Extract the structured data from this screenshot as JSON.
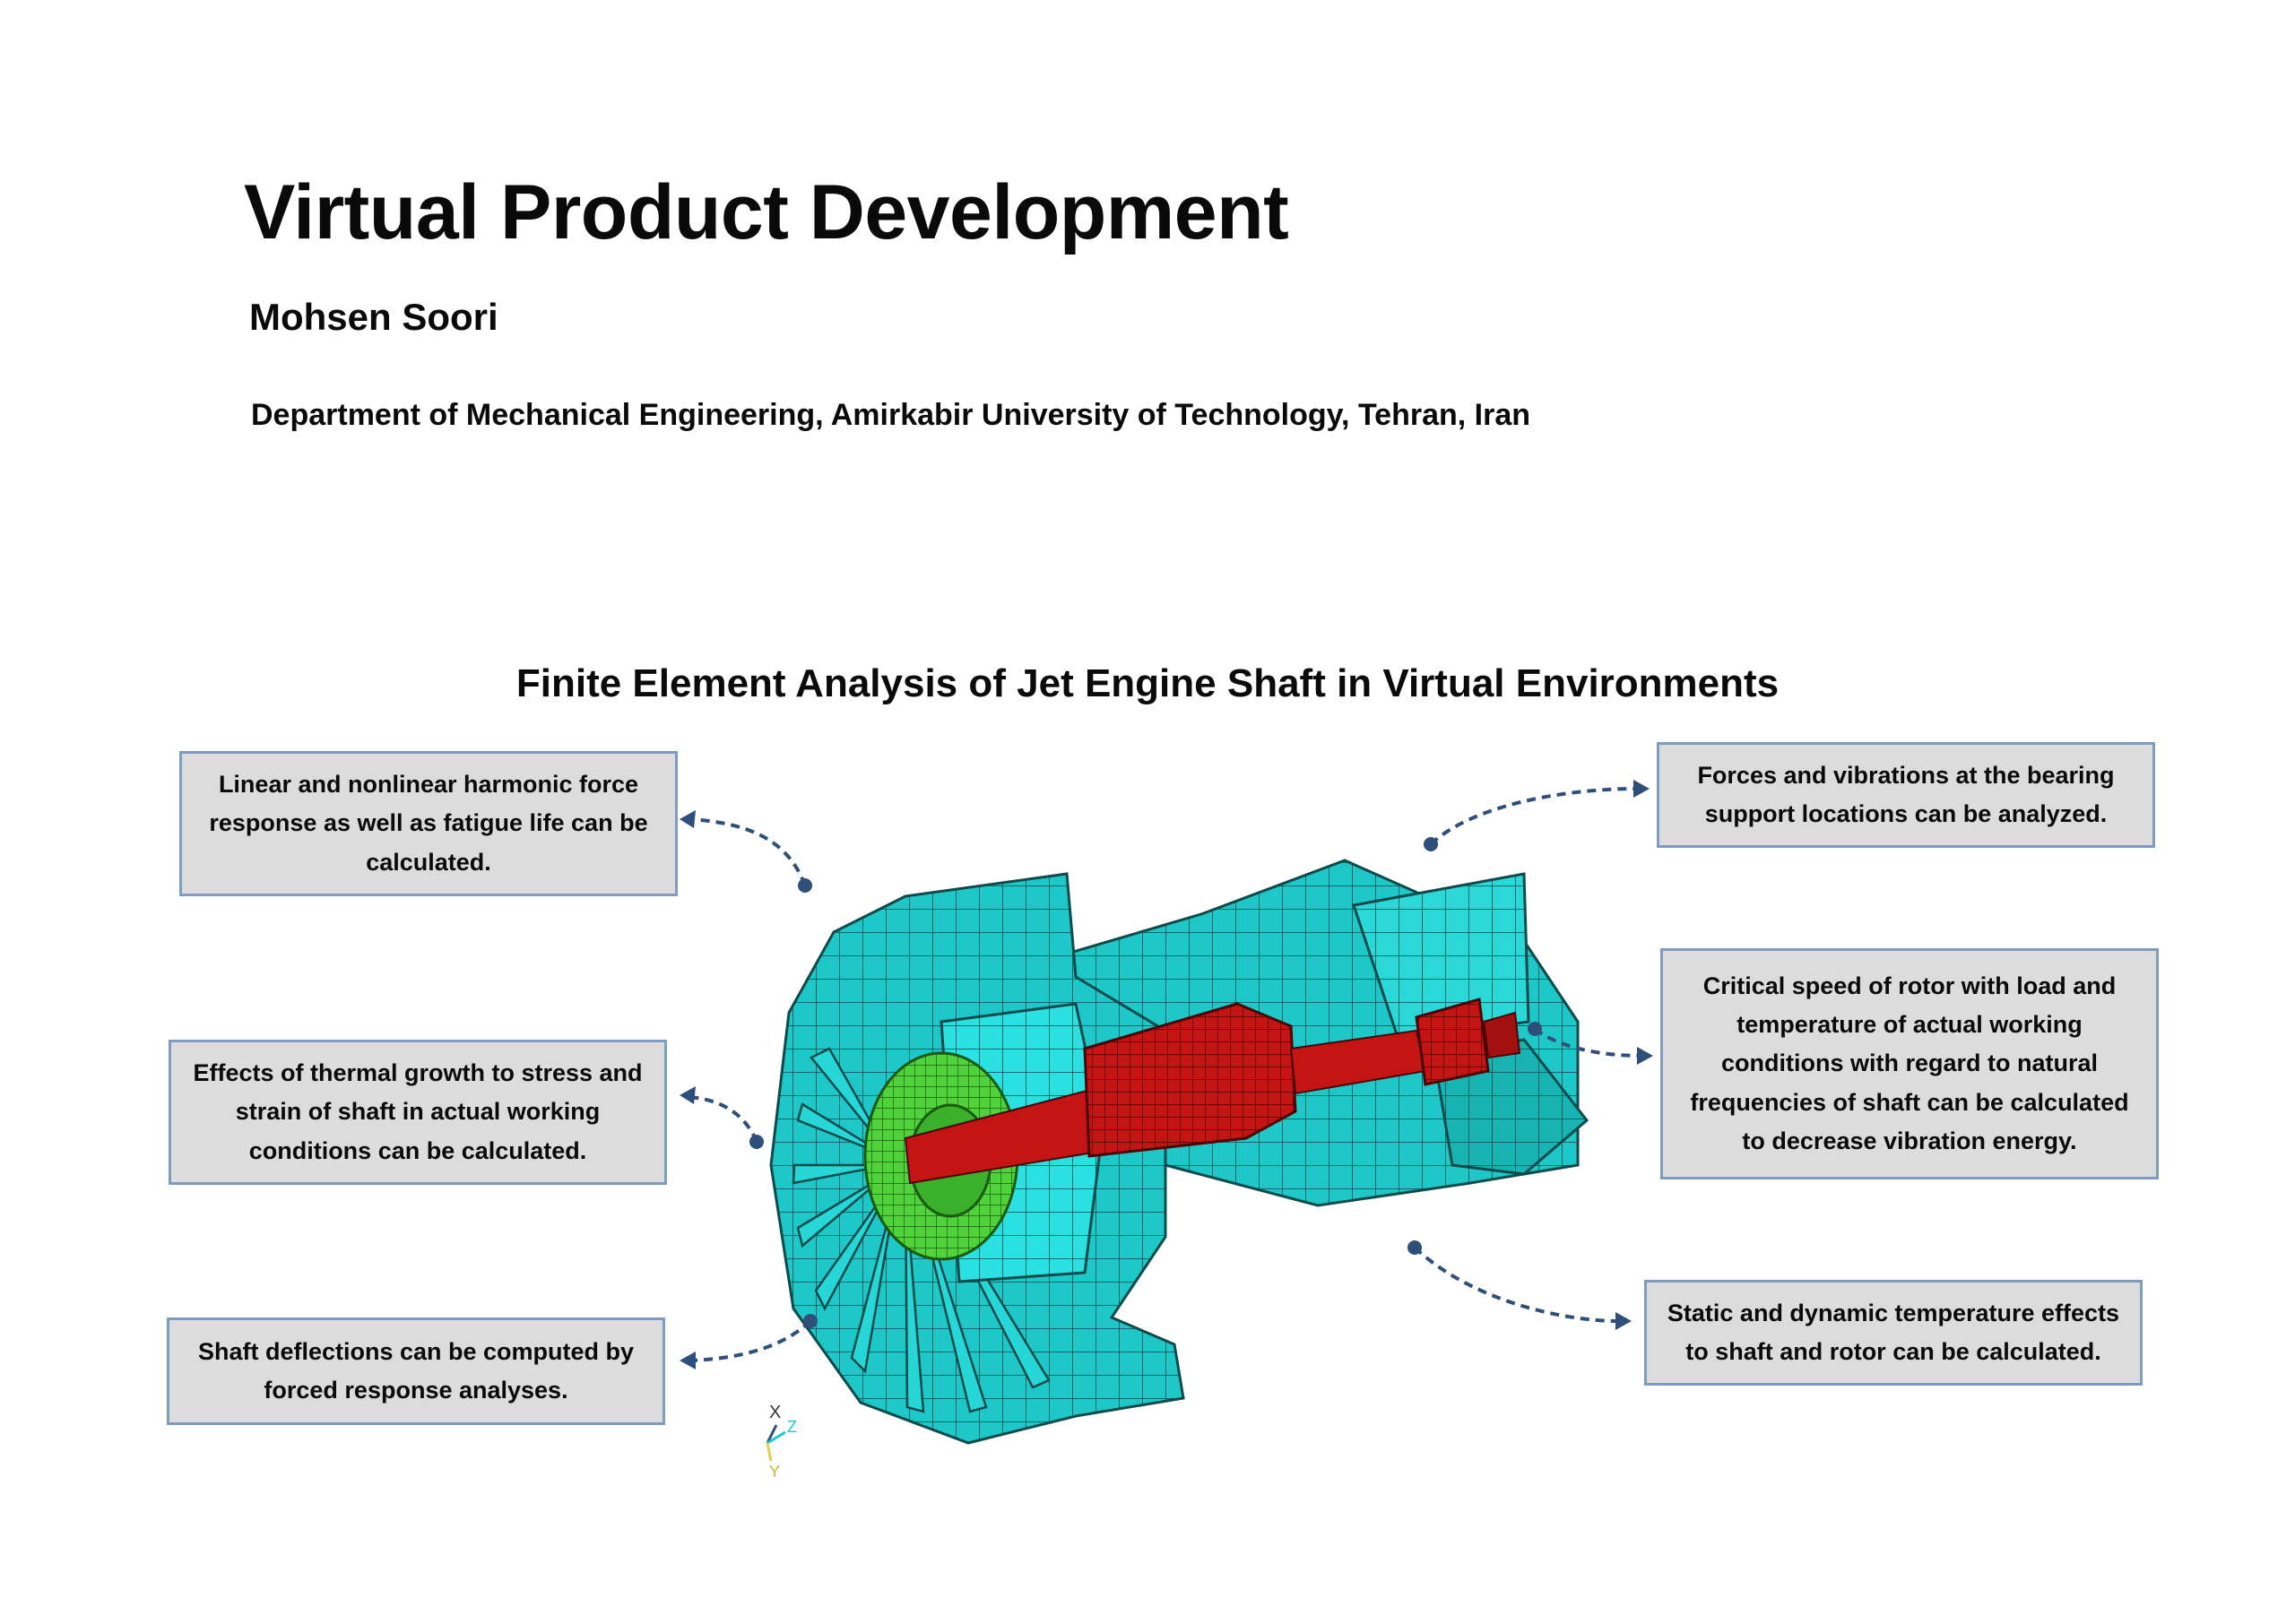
{
  "paper": {
    "title": "Virtual Product Development",
    "author": "Mohsen Soori",
    "affiliation": "Department of Mechanical Engineering, Amirkabir University of Technology, Tehran, Iran"
  },
  "figure": {
    "title": "Finite Element Analysis of Jet Engine Shaft in Virtual Environments",
    "callouts": {
      "harmonic": "Linear and nonlinear harmonic force response as well as fatigue life can be calculated.",
      "thermal": "Effects of thermal growth to stress and strain of shaft in actual working conditions can be calculated.",
      "deflection": "Shaft deflections can be computed by forced response analyses.",
      "bearing": "Forces and vibrations at the bearing support locations can be analyzed.",
      "critical_speed": "Critical speed of rotor with load and temperature of actual working conditions with regard to natural frequencies of shaft can be calculated to decrease vibration energy.",
      "temperature": "Static and dynamic temperature effects to shaft and rotor can be calculated."
    },
    "axis_triad": {
      "x": "X",
      "z": "Z",
      "y": "Y"
    },
    "colors": {
      "housing": "#1fc8c8",
      "mesh_line": "#0d4b4b",
      "bearing": "#4fd23a",
      "shaft": "#c51414",
      "arrow": "#2e4f7a",
      "callout_fill": "#dcdcdc",
      "callout_border": "#7f9cc0"
    }
  }
}
